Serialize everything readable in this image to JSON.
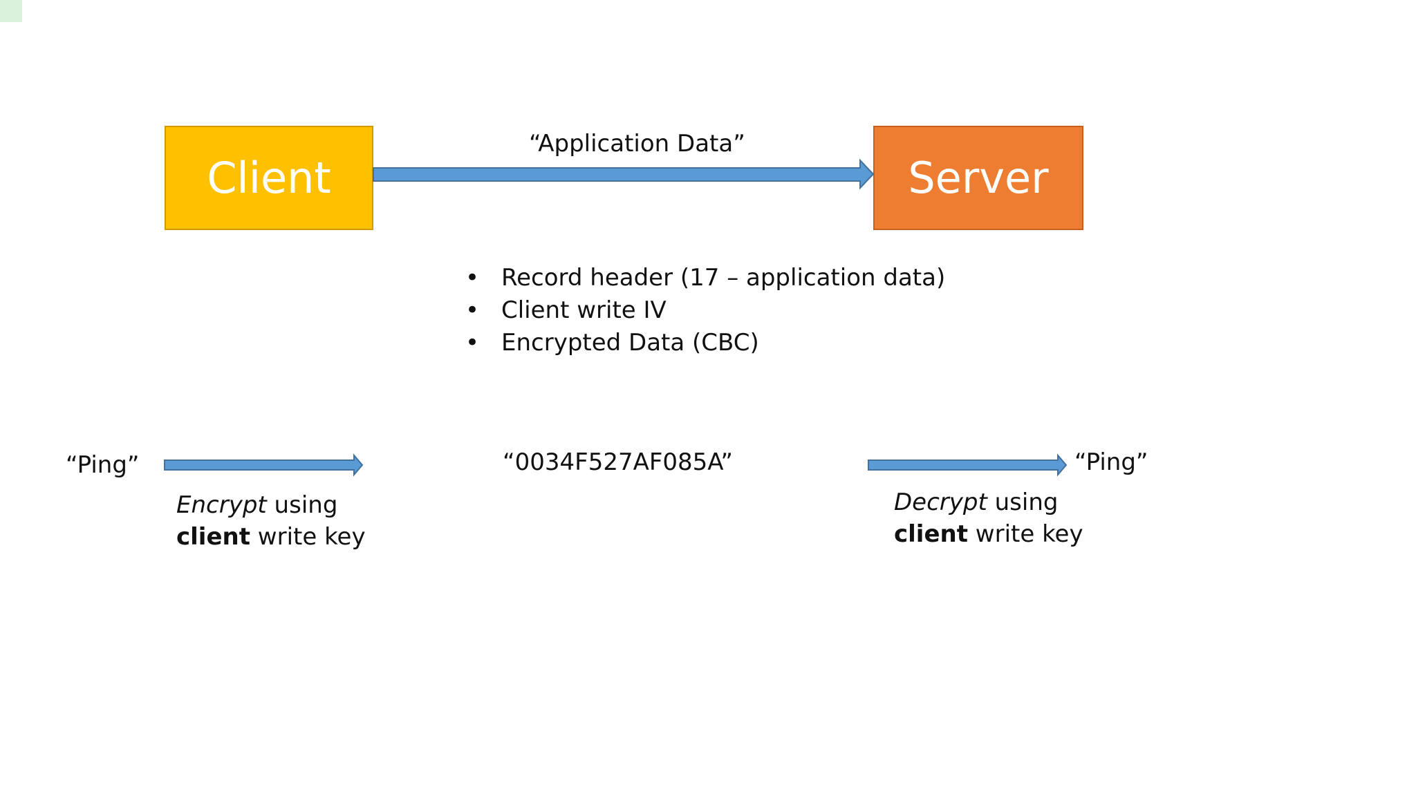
{
  "client_label": "Client",
  "server_label": "Server",
  "main_arrow_label": "“Application Data”",
  "record_fields": [
    "Record header (17 – application data)",
    "Client write IV",
    "Encrypted Data (CBC)"
  ],
  "plaintext_left": "“Ping”",
  "ciphertext": "“0034F527AF085A”",
  "plaintext_right": "“Ping”",
  "encrypt_step": {
    "verb": "Encrypt",
    "using": " using",
    "key_owner": "client",
    "key_rest": " write key"
  },
  "decrypt_step": {
    "verb": "Decrypt",
    "using": " using",
    "key_owner": "client",
    "key_rest": " write key"
  },
  "colors": {
    "client": "#ffc000",
    "server": "#ed7d31",
    "arrow": "#5b9bd5"
  }
}
